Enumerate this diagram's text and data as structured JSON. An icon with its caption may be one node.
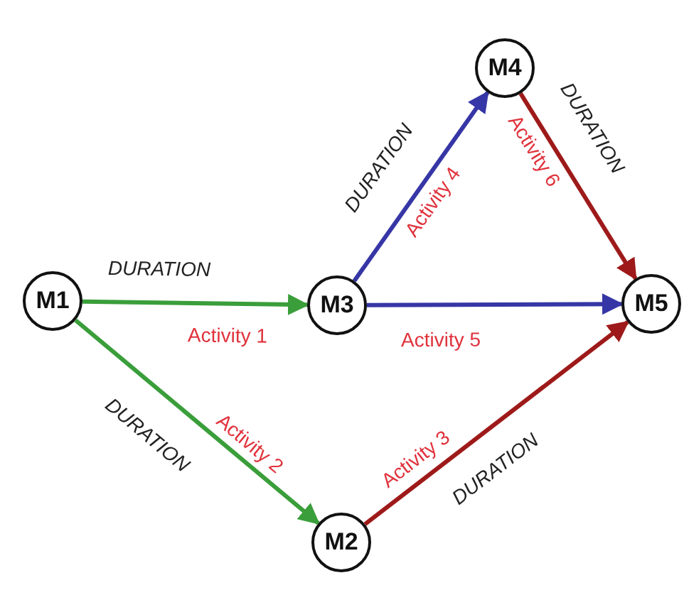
{
  "diagram": {
    "nodes": [
      {
        "text": [
          "M4"
        ]
      },
      {
        "text": [
          "M1"
        ]
      },
      {
        "text": [
          "M3"
        ]
      },
      {
        "text": [
          "M5"
        ]
      },
      {
        "text": [
          "M2"
        ]
      }
    ],
    "edges": [
      {
        "from": 1,
        "to": 2,
        "arrow": "to",
        "label": "Activity 1",
        "color": "#3a9e3a"
      },
      {
        "from": 1,
        "to": 4,
        "arrow": "to",
        "label": "Activity 2",
        "color": "#3a9e3a"
      },
      {
        "from": 4,
        "to": 3,
        "arrow": "to",
        "label": "Activity 3",
        "color": "#9e1a1a"
      },
      {
        "from": 2,
        "to": 0,
        "arrow": "to",
        "label": "Activity 4",
        "color": "#3636a6"
      },
      {
        "from": 2,
        "to": 3,
        "arrow": "to",
        "label": "Activity 5",
        "color": "#3636a6"
      },
      {
        "from": 0,
        "to": 3,
        "arrow": "to",
        "label": "Activity 6",
        "color": "#9e1a1a"
      }
    ],
    "labels": [
      "DURATION",
      "DURATION",
      "DURATION",
      "DURATION",
      "DURATION"
    ]
  }
}
